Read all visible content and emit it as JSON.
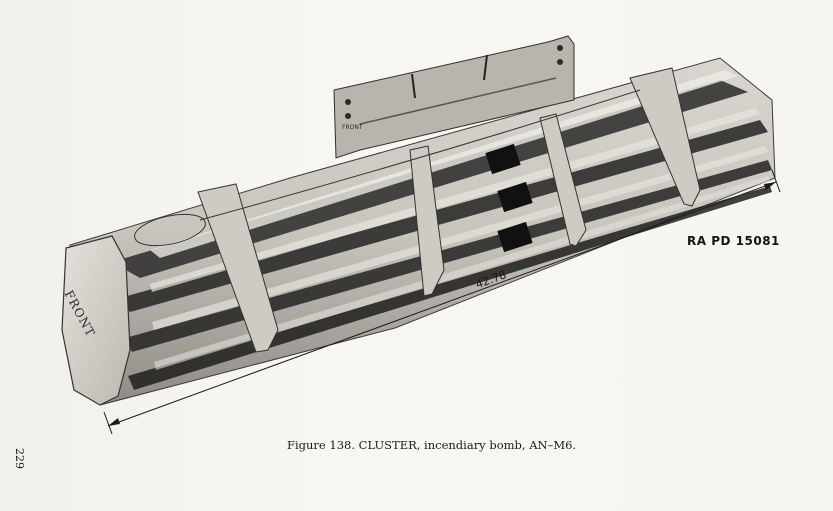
{
  "figure": {
    "caption": "Figure 138. CLUSTER, incendiary bomb, AN–M6.",
    "reference_code": "RA PD 15081",
    "dimension_label": "42.78",
    "end_stencil": "FRONT",
    "bracket_stencil": "FRONT"
  },
  "page": {
    "number": "229"
  }
}
